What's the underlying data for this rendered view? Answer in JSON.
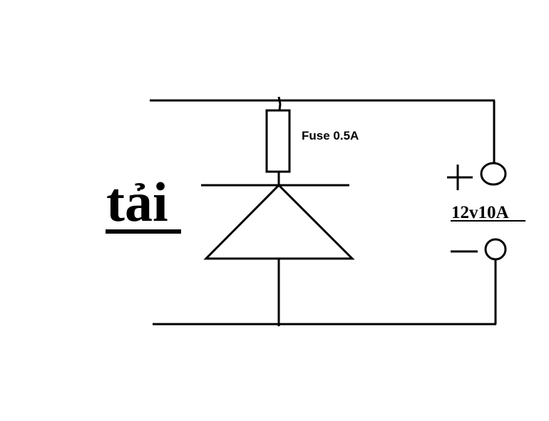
{
  "labels": {
    "load": "tải",
    "fuse": "Fuse 0.5A",
    "supply": "12v10A",
    "plus": "+",
    "minus": "−"
  },
  "colors": {
    "stroke": "#000000",
    "background": "#ffffff"
  }
}
